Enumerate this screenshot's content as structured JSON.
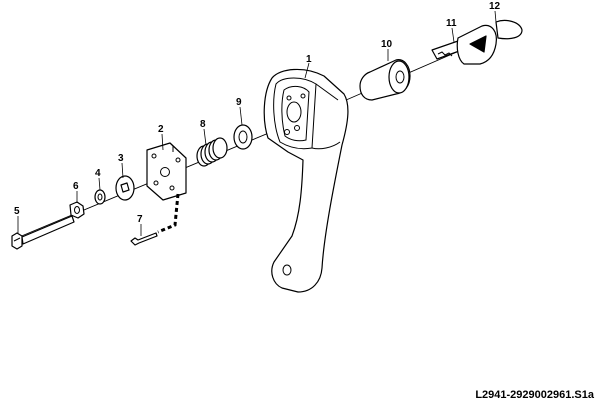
{
  "diagram": {
    "callouts": [
      "1",
      "2",
      "3",
      "4",
      "5",
      "6",
      "7",
      "8",
      "9",
      "10",
      "11",
      "12"
    ],
    "drawing_code": "L2941-2929002961.S1a"
  }
}
